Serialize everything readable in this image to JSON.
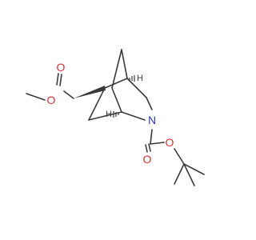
{
  "atoms": {
    "ester_o_single": "O",
    "ester_o_double": "O",
    "nitrogen": "N",
    "boc_o_double": "O",
    "boc_o_single": "O",
    "stereo_h_top": "H",
    "stereo_h_bottom": "H"
  },
  "colors": {
    "bond": "#3a3a3a",
    "oxygen": "#d9302e",
    "nitrogen": "#2f3db0",
    "hydrogen": "#3a3a3a"
  }
}
